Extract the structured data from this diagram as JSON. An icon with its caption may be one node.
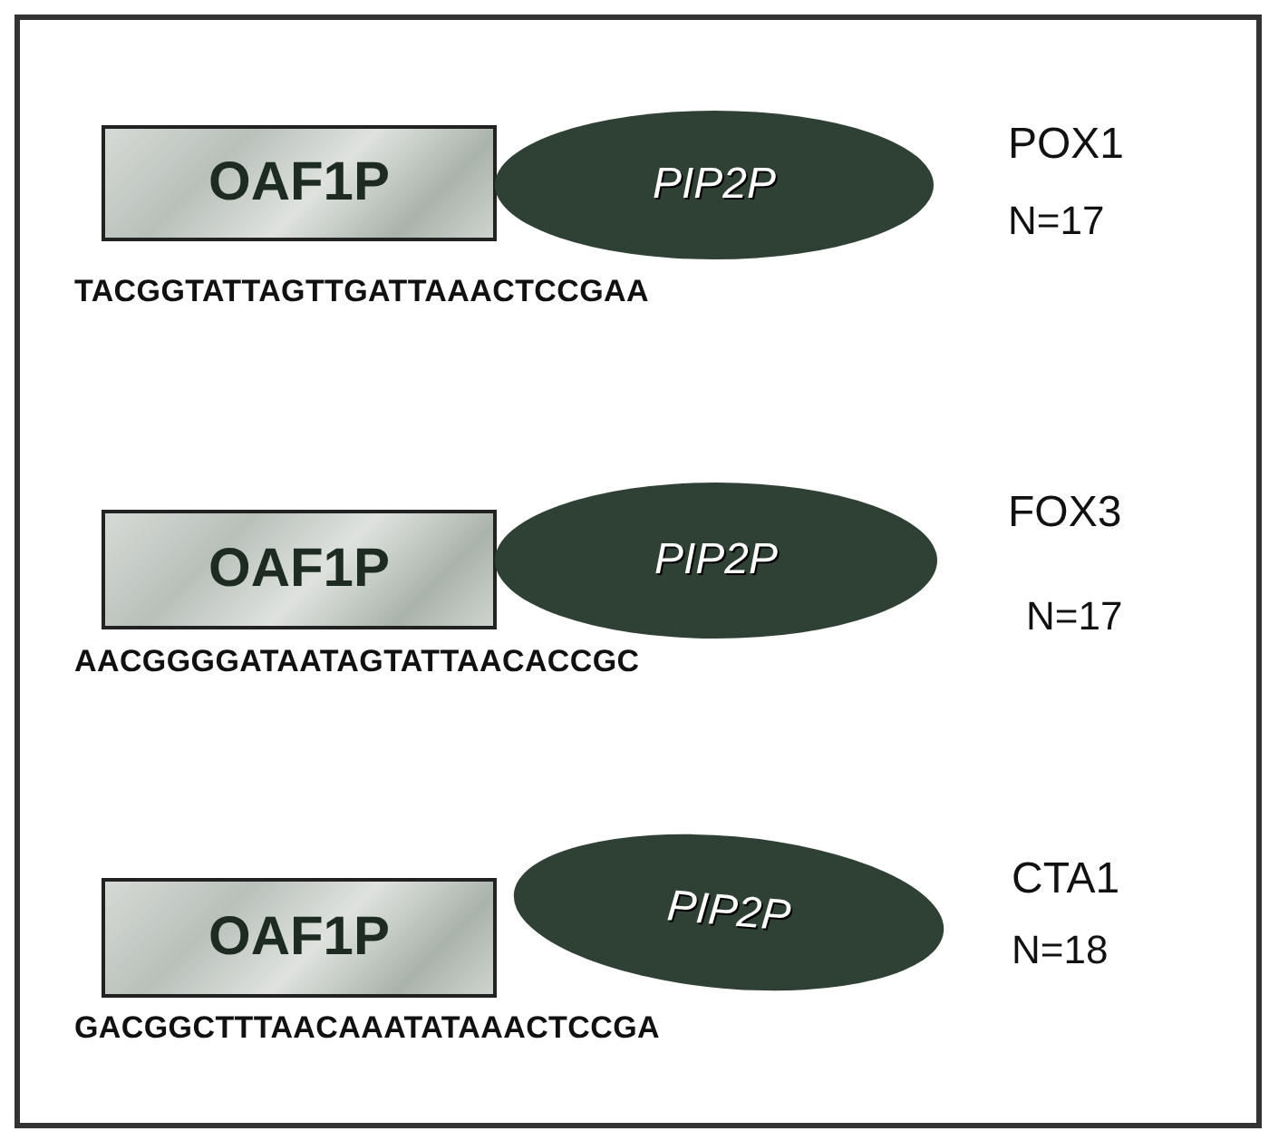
{
  "diagram": {
    "nodes": [
      {
        "text": [
          "OAF1P"
        ]
      },
      {
        "text": [
          "PIP2P"
        ]
      },
      {
        "text": [
          "OAF1P"
        ]
      },
      {
        "text": [
          "PIP2P"
        ]
      },
      {
        "text": [
          "OAF1P"
        ]
      },
      {
        "text": [
          "PIP2P"
        ]
      }
    ],
    "labels": [
      "POX1",
      "N=17",
      "TACGGTATTAGTTGATTAAACTCCGAA",
      "FOX3",
      "N=17",
      "AACGGGGATAATAGTATTAACACCGC",
      "CTA1",
      "N=18",
      "GACGGCTTTAACAAATATAAACTCCGA"
    ]
  }
}
